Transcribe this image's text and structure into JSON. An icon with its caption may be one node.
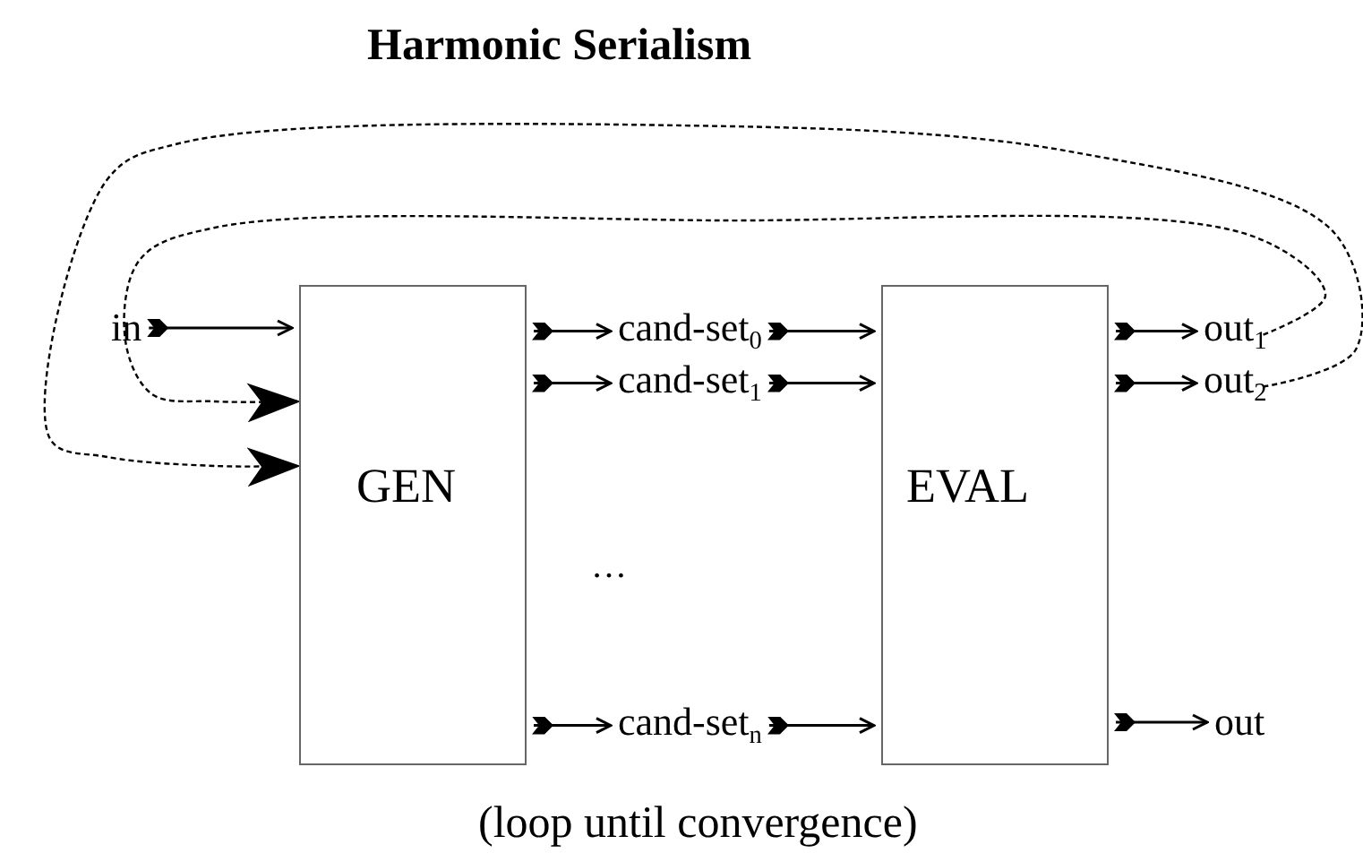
{
  "diagram": {
    "title": "Harmonic Serialism",
    "caption": "(loop until convergence)",
    "nodes": [
      {
        "text": [
          "in"
        ]
      },
      {
        "text": [
          "GEN"
        ]
      },
      {
        "text": [
          "cand-set$_{0}$"
        ]
      },
      {
        "text": [
          "cand-set$_{1}$"
        ]
      },
      {
        "text": [
          "cand-set$_{n}$"
        ]
      },
      {
        "text": [
          "EVAL"
        ]
      },
      {
        "text": [
          "out$_{1}$"
        ]
      },
      {
        "text": [
          "out$_{2}$"
        ]
      },
      {
        "text": [
          "out"
        ]
      }
    ],
    "edges": [
      {
        "from": 0,
        "to": 1,
        "arrow": "to"
      },
      {
        "from": 1,
        "to": 2,
        "arrow": "to"
      },
      {
        "from": 1,
        "to": 3,
        "arrow": "to"
      },
      {
        "from": 1,
        "to": 4,
        "arrow": "to"
      },
      {
        "from": 2,
        "to": 5,
        "arrow": "to"
      },
      {
        "from": 3,
        "to": 5,
        "arrow": "to"
      },
      {
        "from": 4,
        "to": 5,
        "arrow": "to"
      },
      {
        "from": 5,
        "to": 6,
        "arrow": "to"
      },
      {
        "from": 5,
        "to": 7,
        "arrow": "to"
      },
      {
        "from": 5,
        "to": 8,
        "arrow": "to"
      },
      {
        "from": 6,
        "to": 1,
        "arrow": "to",
        "style": "dashed"
      },
      {
        "from": 7,
        "to": 1,
        "arrow": "to",
        "style": "dashed"
      }
    ],
    "labels": [
      "…"
    ]
  }
}
